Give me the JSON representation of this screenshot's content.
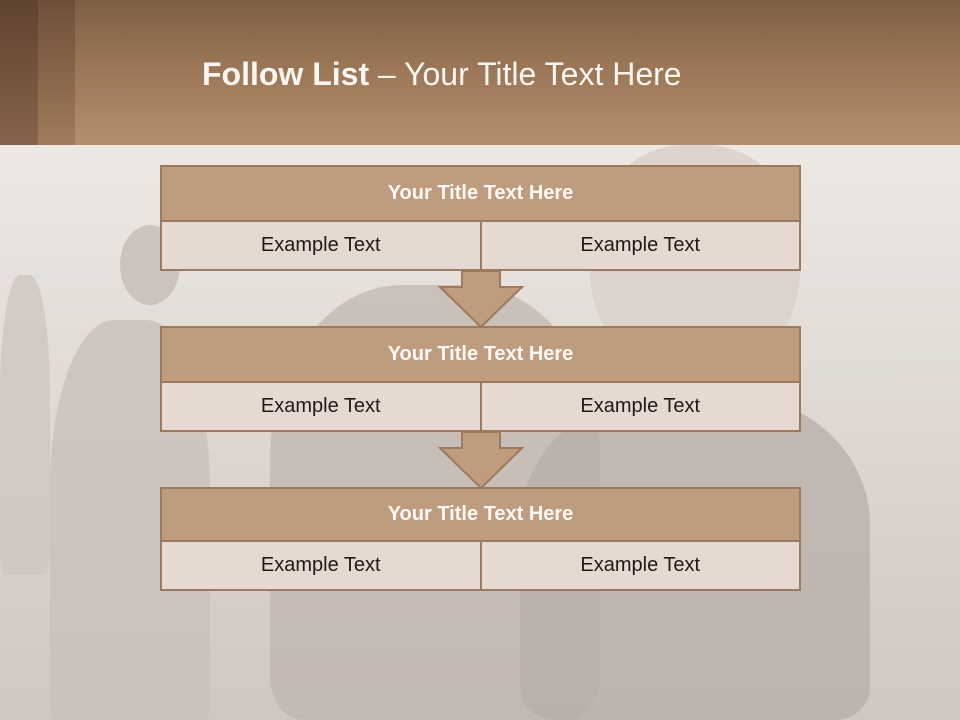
{
  "slide": {
    "title_bold": "Follow List",
    "title_rest": " – Your Title Text Here"
  },
  "steps": [
    {
      "title": "Your Title Text Here",
      "left": "Example Text",
      "right": "Example Text"
    },
    {
      "title": "Your Title Text Here",
      "left": "Example Text",
      "right": "Example Text"
    },
    {
      "title": "Your Title Text Here",
      "left": "Example Text",
      "right": "Example Text"
    }
  ],
  "colors": {
    "header": "#9a7656",
    "title_bar": "#c09c7e",
    "cell": "#e6d9d2",
    "border": "#9c7a5e",
    "arrow": "#c09c7e"
  }
}
